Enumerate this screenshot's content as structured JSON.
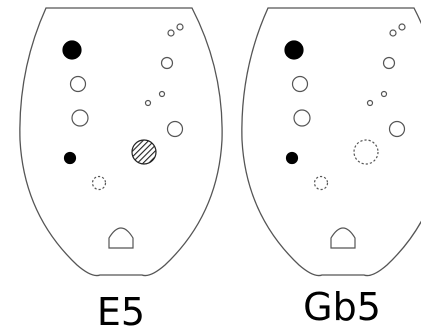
{
  "colors": {
    "outline": "#555555",
    "filled": "#000000",
    "open": "#ffffff",
    "hatch": "#222222"
  },
  "diagrams": [
    {
      "label": "E5",
      "holes": [
        {
          "name": "large-top",
          "state": "filled"
        },
        {
          "name": "mid-1",
          "state": "open"
        },
        {
          "name": "mid-2",
          "state": "open"
        },
        {
          "name": "small-dot",
          "state": "filled"
        },
        {
          "name": "small-bottom",
          "state": "dashed"
        },
        {
          "name": "tiny-1",
          "state": "open"
        },
        {
          "name": "tiny-2",
          "state": "open"
        },
        {
          "name": "right-1",
          "state": "open"
        },
        {
          "name": "micro-1",
          "state": "open"
        },
        {
          "name": "micro-2",
          "state": "open"
        },
        {
          "name": "right-2",
          "state": "open"
        },
        {
          "name": "lower-right",
          "state": "half"
        },
        {
          "name": "bottom-arch",
          "state": "open"
        }
      ]
    },
    {
      "label": "Gb5",
      "holes": [
        {
          "name": "large-top",
          "state": "filled"
        },
        {
          "name": "mid-1",
          "state": "open"
        },
        {
          "name": "mid-2",
          "state": "open"
        },
        {
          "name": "small-dot",
          "state": "filled"
        },
        {
          "name": "small-bottom",
          "state": "dashed"
        },
        {
          "name": "tiny-1",
          "state": "open"
        },
        {
          "name": "tiny-2",
          "state": "open"
        },
        {
          "name": "right-1",
          "state": "open"
        },
        {
          "name": "micro-1",
          "state": "open"
        },
        {
          "name": "micro-2",
          "state": "open"
        },
        {
          "name": "right-2",
          "state": "open"
        },
        {
          "name": "lower-right",
          "state": "dashed"
        },
        {
          "name": "bottom-arch",
          "state": "open"
        }
      ]
    }
  ]
}
